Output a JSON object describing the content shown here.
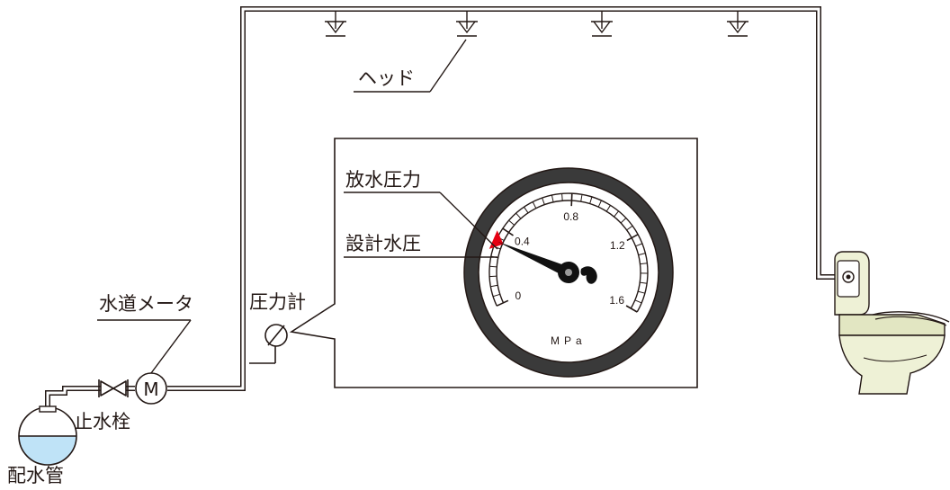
{
  "labels": {
    "head": "ヘッド",
    "meter": "水道メータ",
    "stop_valve": "止水栓",
    "main_pipe": "配水管",
    "pressure_gauge": "圧力計",
    "discharge_pressure": "放水圧力",
    "design_pressure": "設計水圧"
  },
  "gauge": {
    "meter_symbol": "M",
    "unit": "MPa",
    "scale_labels": [
      "0",
      "0.4",
      "0.8",
      "1.2",
      "1.6"
    ],
    "scale_max": 1.6,
    "needle_value": 0.33,
    "design_pressure_marker_value": 0.33
  },
  "colors": {
    "line": "#231815",
    "marker": "#e60012",
    "water": "#bfe3f7",
    "toilet": "#eef1d6"
  }
}
